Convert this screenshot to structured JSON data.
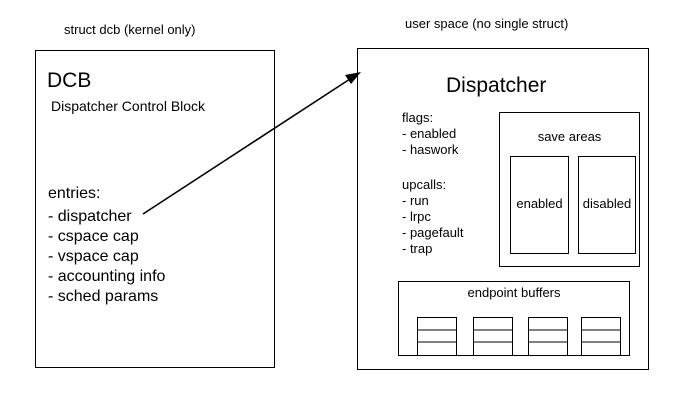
{
  "left_caption": "struct dcb (kernel only)",
  "right_caption": "user space (no single struct)",
  "dcb": {
    "title": "DCB",
    "subtitle": "Dispatcher Control Block",
    "entries_heading": "entries:",
    "entries": [
      "- dispatcher",
      "- cspace cap",
      "- vspace cap",
      "- accounting info",
      "- sched params"
    ]
  },
  "dispatcher": {
    "title": "Dispatcher",
    "flags_heading": "flags:",
    "flags": [
      "- enabled",
      "- haswork"
    ],
    "upcalls_heading": "upcalls:",
    "upcalls": [
      "- run",
      "- lrpc",
      "- pagefault",
      "- trap"
    ],
    "save_areas": {
      "title": "save areas",
      "enabled": "enabled",
      "disabled": "disabled"
    },
    "endpoint_buffers": {
      "title": "endpoint buffers"
    }
  }
}
